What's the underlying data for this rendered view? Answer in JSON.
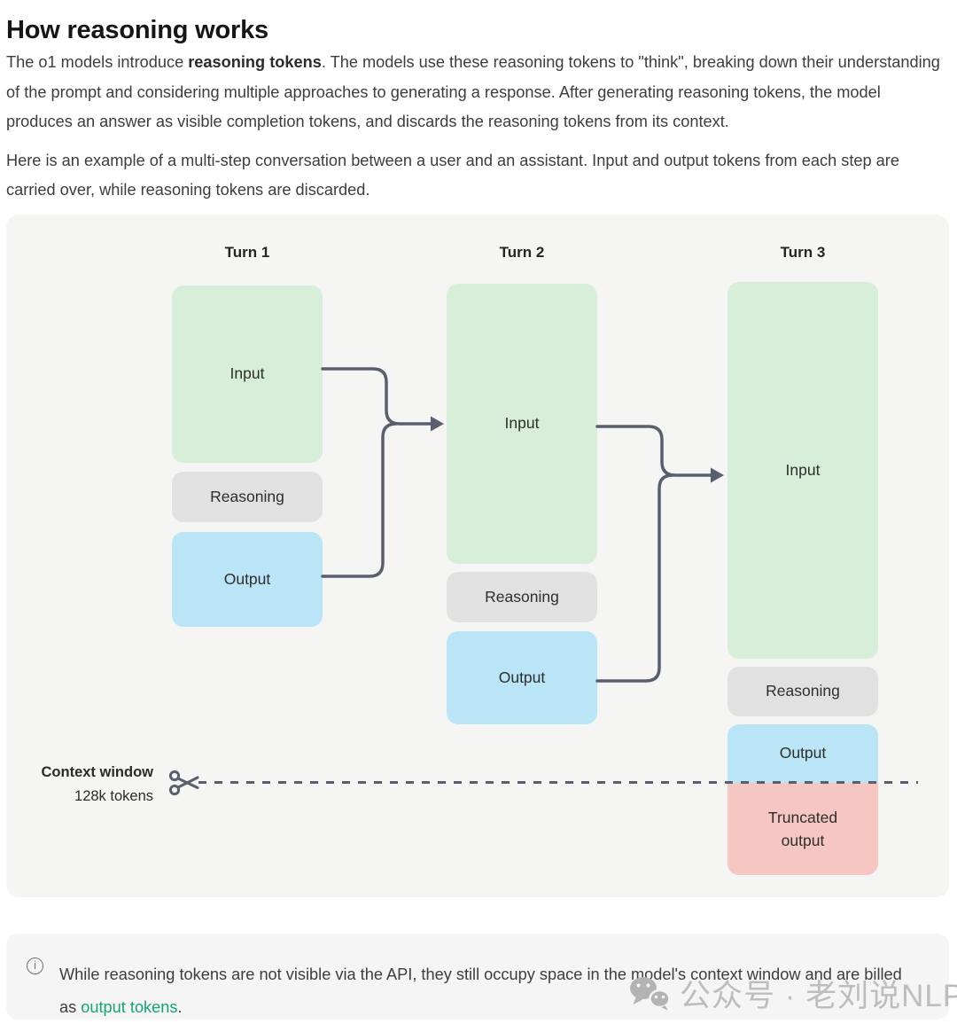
{
  "page": {
    "title": "How reasoning works"
  },
  "intro": {
    "p1_before": "The o1 models introduce ",
    "p1_bold": "reasoning tokens",
    "p1_after": ". The models use these reasoning tokens to \"think\", breaking down their understanding of the prompt and considering multiple approaches to generating a response. After generating reasoning tokens, the model produces an answer as visible completion tokens, and discards the reasoning tokens from its context.",
    "p2": "Here is an example of a multi-step conversation between a user and an assistant. Input and output tokens from each step are carried over, while reasoning tokens are discarded."
  },
  "diagram": {
    "turns": [
      {
        "label": "Turn 1",
        "boxes": [
          {
            "label": "Input"
          },
          {
            "label": "Reasoning"
          },
          {
            "label": "Output"
          }
        ]
      },
      {
        "label": "Turn 2",
        "boxes": [
          {
            "label": "Input"
          },
          {
            "label": "Reasoning"
          },
          {
            "label": "Output"
          }
        ]
      },
      {
        "label": "Turn 3",
        "boxes": [
          {
            "label": "Input"
          },
          {
            "label": "Reasoning"
          },
          {
            "label": "Output"
          },
          {
            "label": "Truncated output"
          }
        ]
      }
    ],
    "context_window": {
      "label": "Context window",
      "sublabel": "128k tokens"
    }
  },
  "note": {
    "text_before": "While reasoning tokens are not visible via the API, they still occupy space in the model's context window and are billed as ",
    "link_text": "output tokens",
    "text_after": "."
  },
  "watermark": {
    "text": "公众号 · 老刘说NLP"
  },
  "icons": {
    "info_glyph": "i"
  },
  "theme": {
    "green_box": "#d7eed9",
    "gray_box": "#e1e1e1",
    "blue_box": "#b9e5f6",
    "red_box": "#f5c6c2",
    "panel_bg": "#f5f5f4",
    "note_bg": "#f5f5f5",
    "arrow": "#5a5f6d",
    "text": "#3d3d3d",
    "heading": "#161616",
    "link": "#16a379",
    "watermark": "#bdbdbd",
    "box_text": "#2e2e2e"
  }
}
